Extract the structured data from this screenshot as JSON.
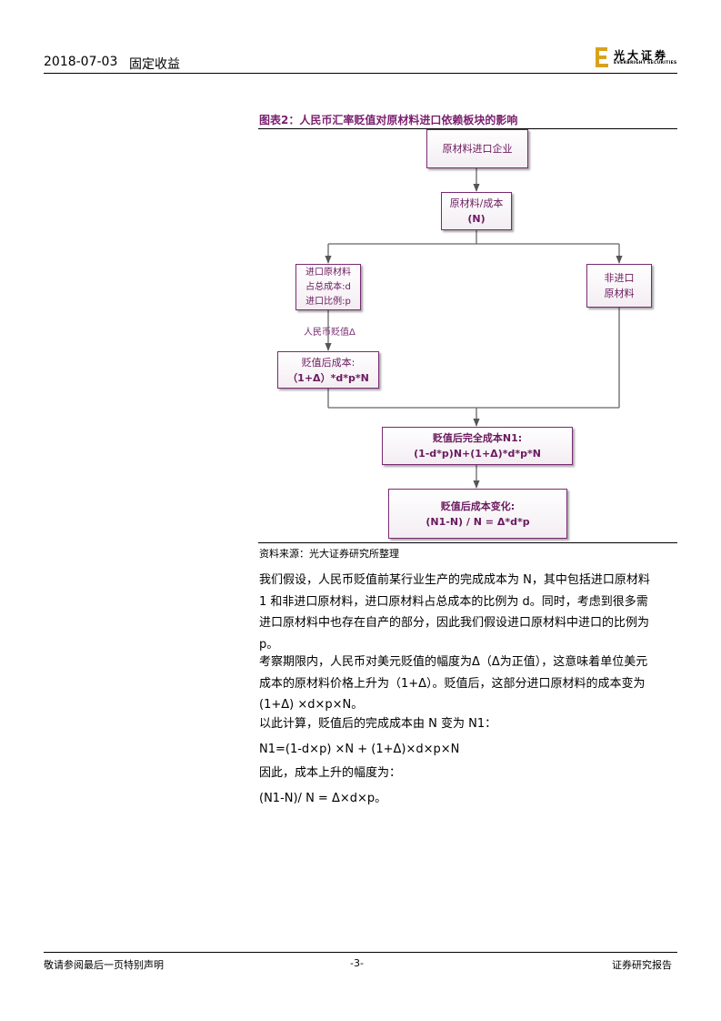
{
  "header": {
    "date": "2018-07-03",
    "category": "固定收益",
    "logo_cn": "光大证券",
    "logo_en": "EVERBRIGHT SECURITIES",
    "brand_color": "#d8a21c"
  },
  "figure": {
    "title": "图表2：人民币汇率贬值对原材料进口依赖板块的影响",
    "title_color": "#7a1f6e",
    "source": "资料来源：光大证券研究所整理",
    "nodes": {
      "enterprise": "原材料进口企业",
      "cost_line1": "原材料/成本",
      "cost_line2": "(N)",
      "import_line1": "进口原材料",
      "import_line2": "占总成本:d",
      "import_line3": "进口比例:p",
      "nonimport_line1": "非进口",
      "nonimport_line2": "原材料",
      "devalue_label": "人民币贬值Δ",
      "after_line1": "贬值后成本:",
      "after_line2": "（1+Δ）*d*p*N",
      "full_line1": "贬值后完全成本N1:",
      "full_line2": "(1-d*p)N+(1+Δ)*d*p*N",
      "change_line1": "贬值后成本变化:",
      "change_line2": "(N1-N) / N = Δ*d*p"
    }
  },
  "body": {
    "p1_l1": "我们假设，人民币贬值前某行业生产的完成成本为 N，其中包括进口原材料",
    "p1_l2": "1 和非进口原材料，进口原材料占总成本的比例为 d。同时，考虑到很多需",
    "p1_l3": "进口原材料中也存在自产的部分，因此我们假设进口原材料中进口的比例为",
    "p1_l4": "p。",
    "p2_l1": "考察期限内，人民币对美元贬值的幅度为Δ（Δ为正值），这意味着单位美元",
    "p2_l2": "成本的原材料价格上升为（1+Δ）。贬值后，这部分进口原材料的成本变为",
    "p2_l3": "(1+Δ) ×d×p×N。",
    "p3": "以此计算，贬值后的完成成本由 N 变为 N1：",
    "formula1": "N1=(1-d×p) ×N + (1+Δ)×d×p×N",
    "p4": "因此，成本上升的幅度为：",
    "formula2": "(N1-N)/ N = Δ×d×p。"
  },
  "footer": {
    "left": "敬请参阅最后一页特别声明",
    "page": "-3-",
    "right": "证券研究报告"
  }
}
